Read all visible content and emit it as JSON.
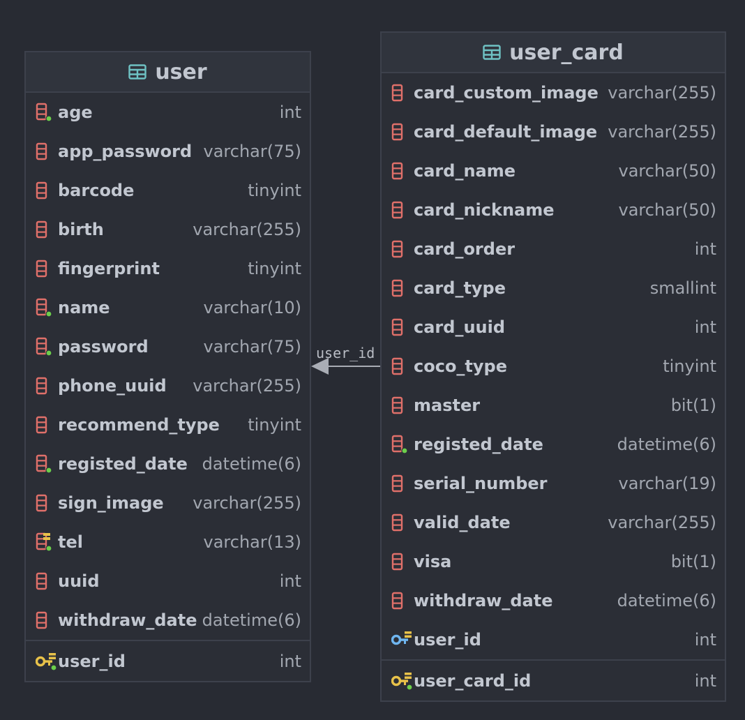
{
  "tables": {
    "user": {
      "name": "user",
      "columns": [
        {
          "name": "age",
          "type": "int",
          "icon": "column-notnull-icon"
        },
        {
          "name": "app_password",
          "type": "varchar(75)",
          "icon": "column-icon"
        },
        {
          "name": "barcode",
          "type": "tinyint",
          "icon": "column-icon"
        },
        {
          "name": "birth",
          "type": "varchar(255)",
          "icon": "column-icon"
        },
        {
          "name": "fingerprint",
          "type": "tinyint",
          "icon": "column-icon"
        },
        {
          "name": "name",
          "type": "varchar(10)",
          "icon": "column-notnull-icon"
        },
        {
          "name": "password",
          "type": "varchar(75)",
          "icon": "column-notnull-icon"
        },
        {
          "name": "phone_uuid",
          "type": "varchar(255)",
          "icon": "column-icon"
        },
        {
          "name": "recommend_type",
          "type": "tinyint",
          "icon": "column-icon"
        },
        {
          "name": "registed_date",
          "type": "datetime(6)",
          "icon": "column-notnull-icon"
        },
        {
          "name": "sign_image",
          "type": "varchar(255)",
          "icon": "column-icon"
        },
        {
          "name": "tel",
          "type": "varchar(13)",
          "icon": "column-unique-icon"
        },
        {
          "name": "uuid",
          "type": "int",
          "icon": "column-icon"
        },
        {
          "name": "withdraw_date",
          "type": "datetime(6)",
          "icon": "column-icon"
        }
      ],
      "primary_key": {
        "name": "user_id",
        "type": "int",
        "icon": "primary-key-icon"
      }
    },
    "user_card": {
      "name": "user_card",
      "columns": [
        {
          "name": "card_custom_image",
          "type": "varchar(255)",
          "icon": "column-icon"
        },
        {
          "name": "card_default_image",
          "type": "varchar(255)",
          "icon": "column-icon"
        },
        {
          "name": "card_name",
          "type": "varchar(50)",
          "icon": "column-icon"
        },
        {
          "name": "card_nickname",
          "type": "varchar(50)",
          "icon": "column-icon"
        },
        {
          "name": "card_order",
          "type": "int",
          "icon": "column-icon"
        },
        {
          "name": "card_type",
          "type": "smallint",
          "icon": "column-icon"
        },
        {
          "name": "card_uuid",
          "type": "int",
          "icon": "column-icon"
        },
        {
          "name": "coco_type",
          "type": "tinyint",
          "icon": "column-icon"
        },
        {
          "name": "master",
          "type": "bit(1)",
          "icon": "column-icon"
        },
        {
          "name": "registed_date",
          "type": "datetime(6)",
          "icon": "column-notnull-icon"
        },
        {
          "name": "serial_number",
          "type": "varchar(19)",
          "icon": "column-icon"
        },
        {
          "name": "valid_date",
          "type": "varchar(255)",
          "icon": "column-icon"
        },
        {
          "name": "visa",
          "type": "bit(1)",
          "icon": "column-icon"
        },
        {
          "name": "withdraw_date",
          "type": "datetime(6)",
          "icon": "column-icon"
        },
        {
          "name": "user_id",
          "type": "int",
          "icon": "foreign-key-icon"
        }
      ],
      "primary_key": {
        "name": "user_card_id",
        "type": "int",
        "icon": "primary-key-icon"
      }
    }
  },
  "relation": {
    "label": "user_id",
    "from": "user_card",
    "to": "user"
  },
  "colors": {
    "background": "#282b33",
    "table_icon": "#6fc2c4",
    "column_icon": "#e0706a",
    "notnull_dot": "#6ccf4b",
    "primary_key": "#e8c24a",
    "foreign_key": "#6fb6f0",
    "arrow": "#a9adb5"
  }
}
